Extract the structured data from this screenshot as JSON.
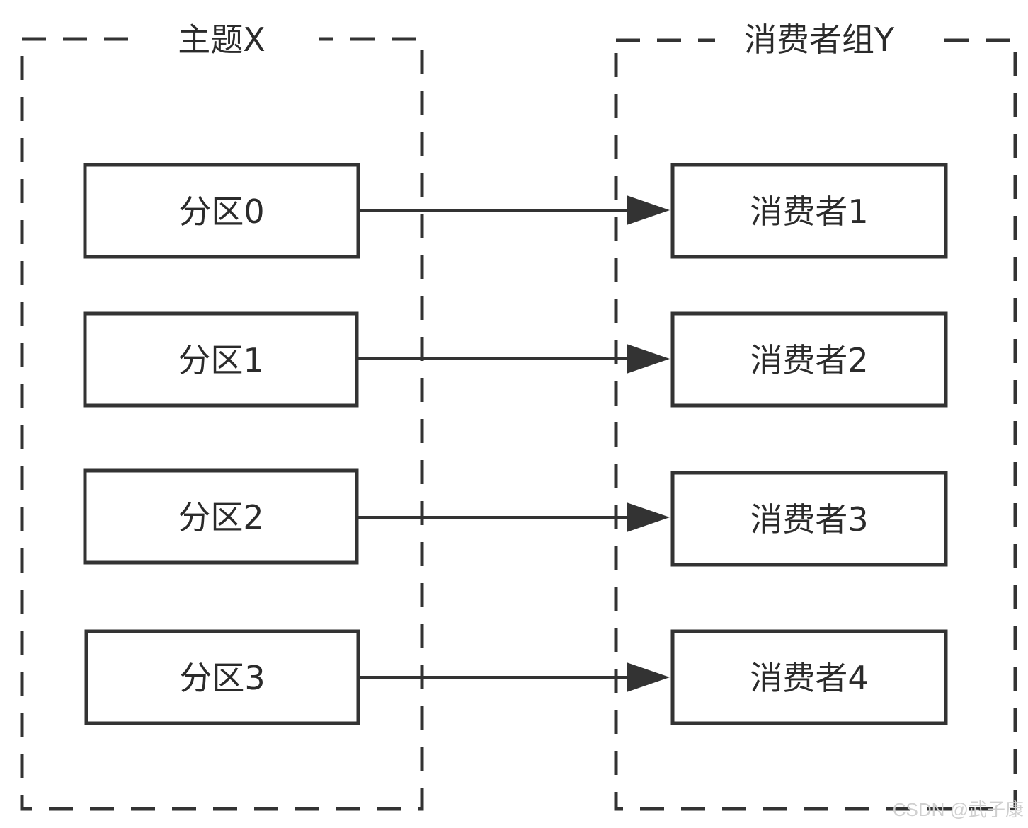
{
  "colors": {
    "stroke": "#333333",
    "text": "#2b2b2b",
    "background": "#ffffff",
    "watermark": "#d0d0d0"
  },
  "topic_group": {
    "title": "主题X",
    "partitions": [
      "分区0",
      "分区1",
      "分区2",
      "分区3"
    ]
  },
  "consumer_group": {
    "title": "消费者组Y",
    "consumers": [
      "消费者1",
      "消费者2",
      "消费者3",
      "消费者4"
    ]
  },
  "watermark": "CSDN @武子康"
}
